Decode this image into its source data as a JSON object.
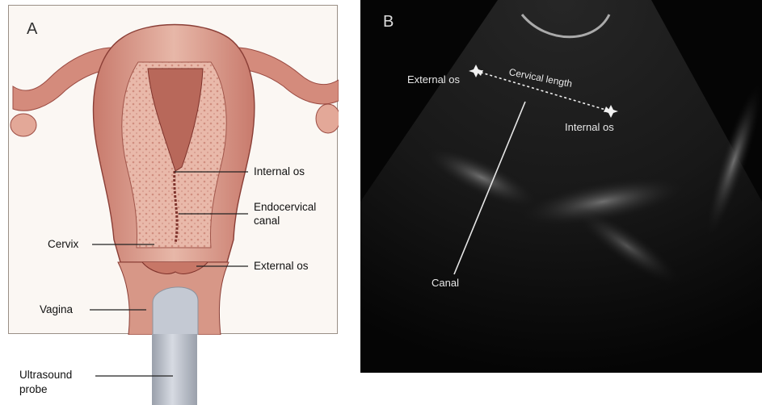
{
  "panel_a": {
    "letter": "A",
    "labels": {
      "internal_os": "Internal os",
      "endocervical_canal_l1": "Endocervical",
      "endocervical_canal_l2": "canal",
      "external_os": "External os",
      "cervix": "Cervix",
      "vagina": "Vagina",
      "probe_l1": "Ultrasound",
      "probe_l2": "probe"
    }
  },
  "panel_b": {
    "letter": "B",
    "labels": {
      "external_os": "External os",
      "internal_os": "Internal os",
      "cervical_length": "Cervical length",
      "canal": "Canal"
    }
  },
  "colors": {
    "tissue": "#d89a8c",
    "tissue_dark": "#b55a4f",
    "cavity": "#c06a5c",
    "probe": "#c4c9d3",
    "ultrasound_bg": "#050505"
  }
}
